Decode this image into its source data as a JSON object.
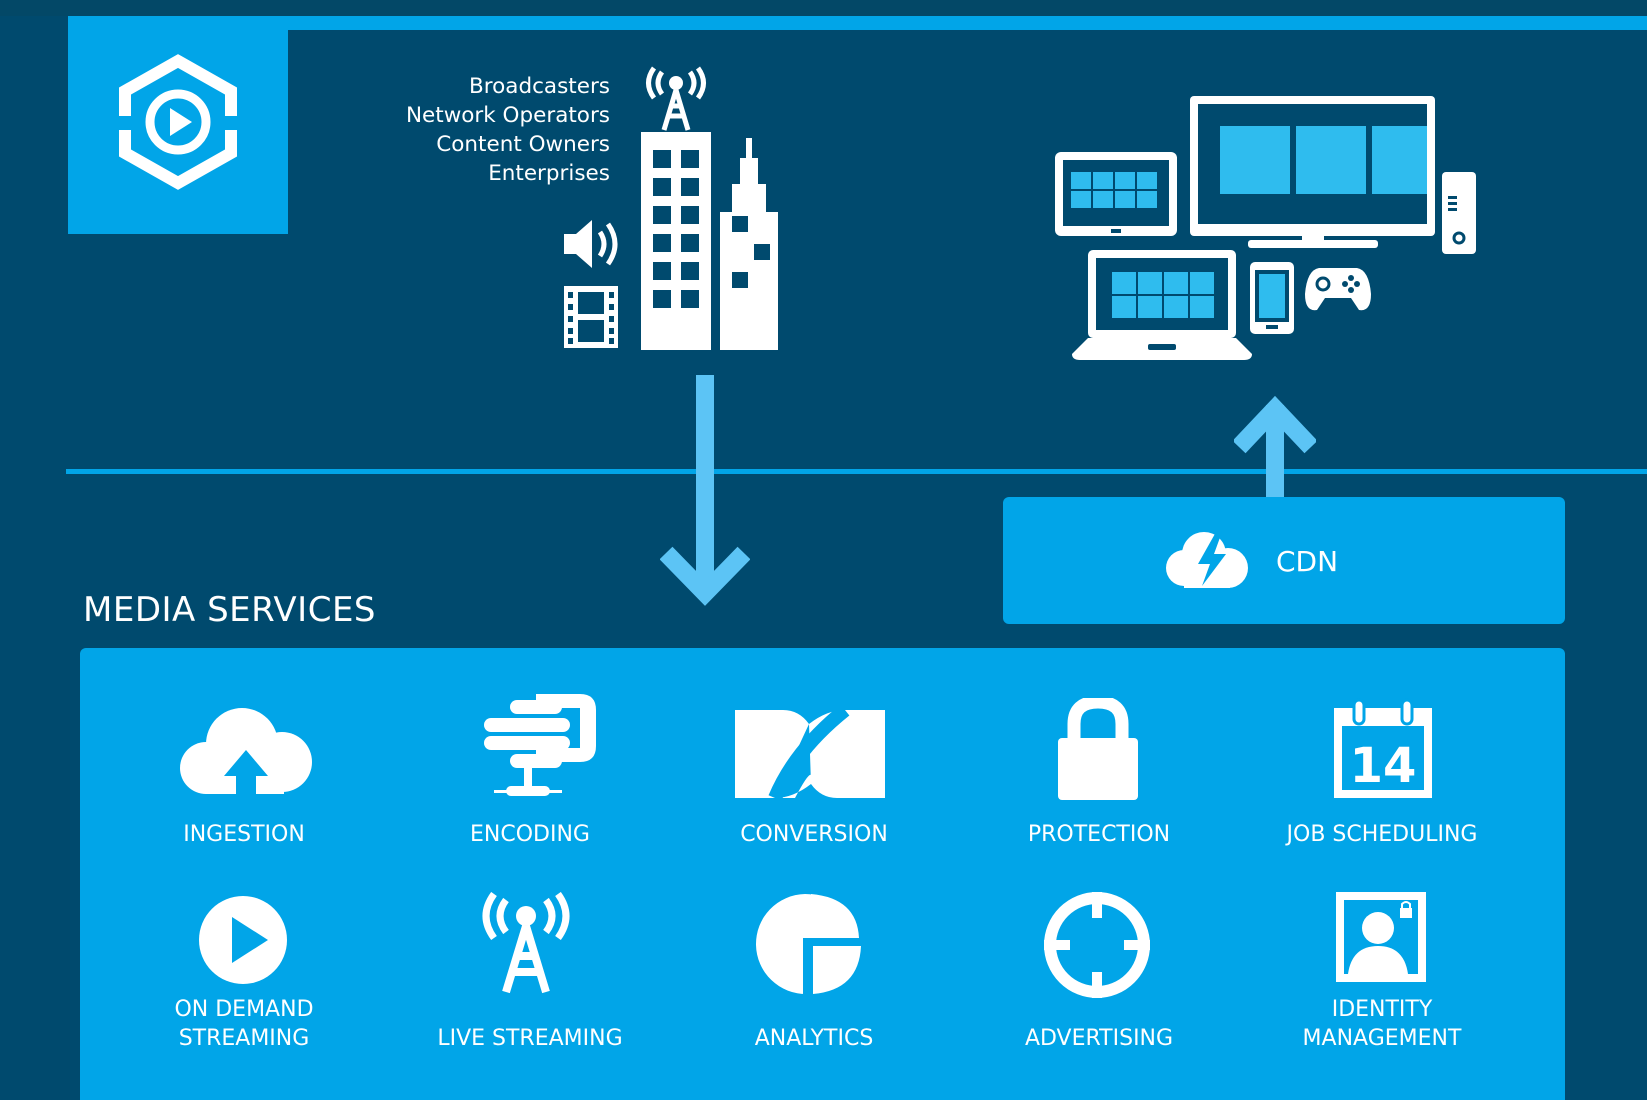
{
  "header": {
    "logo_icon": "media-play-hexagon-icon"
  },
  "sources": {
    "items": [
      "Broadcasters",
      "Network Operators",
      "Content Owners",
      "Enterprises"
    ],
    "icons": [
      "broadcast-tower-icon",
      "speaker-icon",
      "film-icon",
      "office-building-icon",
      "skyscraper-icon"
    ]
  },
  "devices": {
    "icons": [
      "tablet-icon",
      "television-icon",
      "console-icon",
      "laptop-icon",
      "phone-icon",
      "gamepad-icon"
    ]
  },
  "cdn": {
    "label": "CDN",
    "icon": "cloud-lightning-icon"
  },
  "media_services": {
    "title": "MEDIA SERVICES",
    "services": [
      {
        "label": "INGESTION",
        "icon": "cloud-upload-icon"
      },
      {
        "label": "ENCODING",
        "icon": "encoding-icon"
      },
      {
        "label": "CONVERSION",
        "icon": "conversion-icon"
      },
      {
        "label": "PROTECTION",
        "icon": "padlock-icon"
      },
      {
        "label": "JOB SCHEDULING",
        "icon": "calendar-icon",
        "calendar_day": "14"
      },
      {
        "label1": "ON DEMAND",
        "label2": "STREAMING",
        "icon": "play-circle-icon"
      },
      {
        "label": "LIVE STREAMING",
        "icon": "broadcast-tower-icon"
      },
      {
        "label": "ANALYTICS",
        "icon": "pie-chart-icon"
      },
      {
        "label": "ADVERTISING",
        "icon": "target-icon"
      },
      {
        "label1": "IDENTITY",
        "label2": "MANAGEMENT",
        "icon": "user-lock-icon"
      }
    ]
  },
  "colors": {
    "background": "#004a6e",
    "accent": "#01a5e8",
    "arrow": "#5cc4f5",
    "white": "#ffffff"
  }
}
